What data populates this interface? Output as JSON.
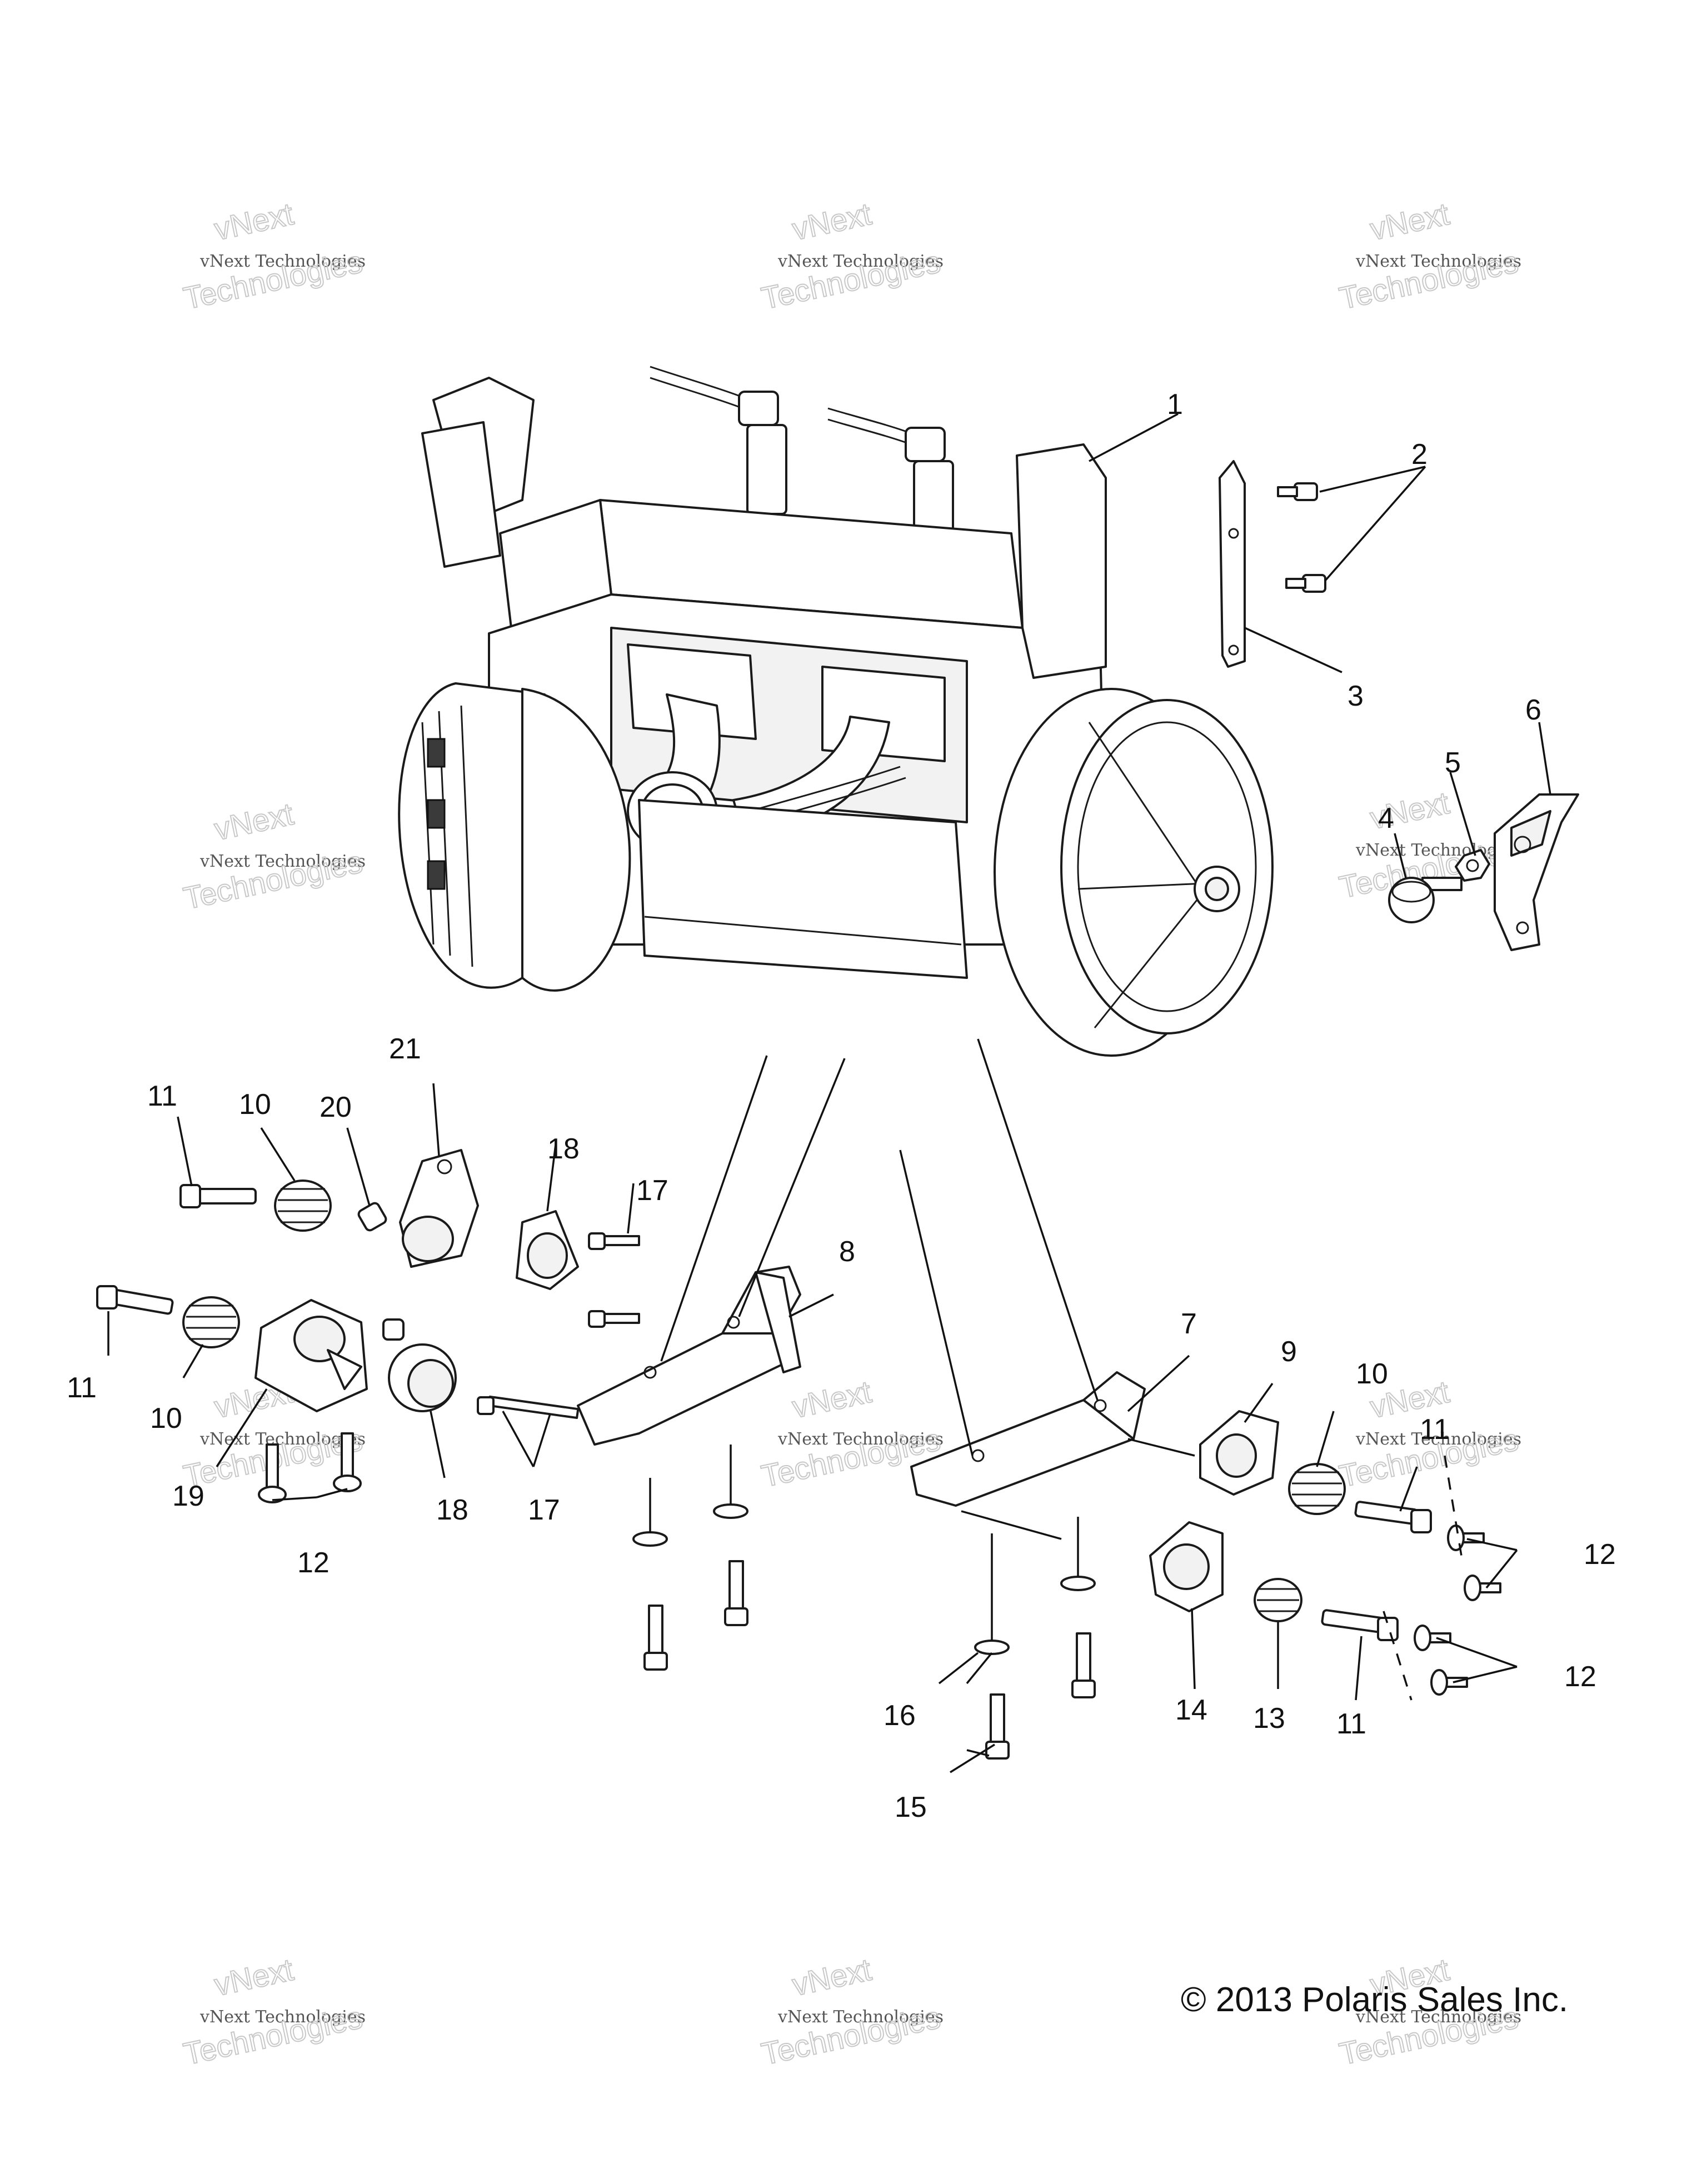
{
  "callouts": [
    "1",
    "2",
    "3",
    "4",
    "5",
    "6",
    "7",
    "8",
    "9",
    "10",
    "11",
    "12",
    "13",
    "14",
    "15",
    "16",
    "17",
    "18",
    "19",
    "20",
    "21"
  ],
  "watermark": {
    "line1": "vNext",
    "line2": "vNext Technologies",
    "line3": "Technologies"
  },
  "copyright": "© 2013 Polaris Sales Inc."
}
